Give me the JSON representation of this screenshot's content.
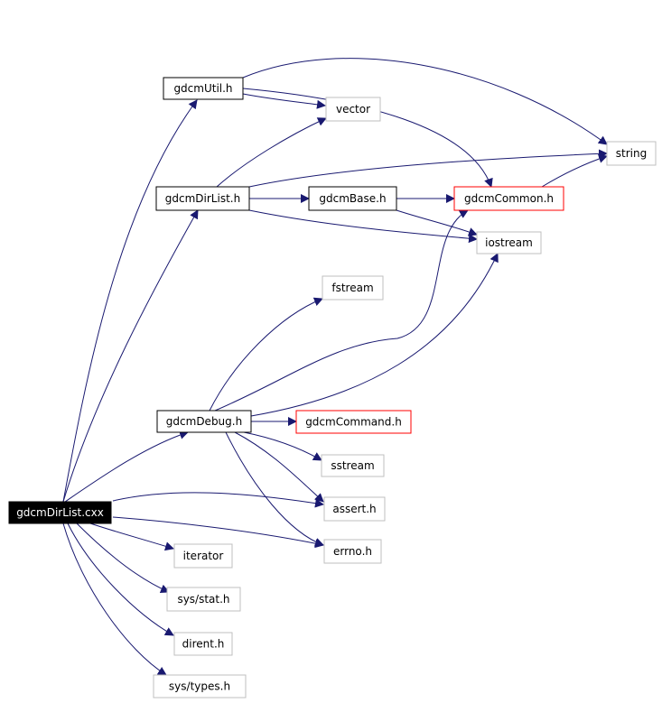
{
  "diagram": {
    "title": "",
    "colors": {
      "edge": "#191970",
      "box_stroke_default": "#000000",
      "box_stroke_external": "#bfbfbf",
      "box_stroke_undocumented": "#ff0000",
      "root_fill": "#000000",
      "root_text": "#ffffff",
      "text": "#000000"
    },
    "nodes": [
      {
        "id": "root",
        "label": "gdcmDirList.cxx",
        "kind": "root"
      },
      {
        "id": "util",
        "label": "gdcmUtil.h",
        "kind": "default"
      },
      {
        "id": "vector",
        "label": "vector",
        "kind": "external"
      },
      {
        "id": "string",
        "label": "string",
        "kind": "external"
      },
      {
        "id": "dirlisth",
        "label": "gdcmDirList.h",
        "kind": "default"
      },
      {
        "id": "base",
        "label": "gdcmBase.h",
        "kind": "default"
      },
      {
        "id": "common",
        "label": "gdcmCommon.h",
        "kind": "undocumented"
      },
      {
        "id": "iostream",
        "label": "iostream",
        "kind": "external"
      },
      {
        "id": "fstream",
        "label": "fstream",
        "kind": "external"
      },
      {
        "id": "debug",
        "label": "gdcmDebug.h",
        "kind": "default"
      },
      {
        "id": "command",
        "label": "gdcmCommand.h",
        "kind": "undocumented"
      },
      {
        "id": "sstream",
        "label": "sstream",
        "kind": "external"
      },
      {
        "id": "assert",
        "label": "assert.h",
        "kind": "external"
      },
      {
        "id": "errno",
        "label": "errno.h",
        "kind": "external"
      },
      {
        "id": "iterator",
        "label": "iterator",
        "kind": "external"
      },
      {
        "id": "stat",
        "label": "sys/stat.h",
        "kind": "external"
      },
      {
        "id": "dirent",
        "label": "dirent.h",
        "kind": "external"
      },
      {
        "id": "types",
        "label": "sys/types.h",
        "kind": "external"
      }
    ],
    "edges": [
      {
        "from": "root",
        "to": "util"
      },
      {
        "from": "root",
        "to": "dirlisth"
      },
      {
        "from": "root",
        "to": "debug"
      },
      {
        "from": "root",
        "to": "assert"
      },
      {
        "from": "root",
        "to": "errno"
      },
      {
        "from": "root",
        "to": "iterator"
      },
      {
        "from": "root",
        "to": "stat"
      },
      {
        "from": "root",
        "to": "dirent"
      },
      {
        "from": "root",
        "to": "types"
      },
      {
        "from": "util",
        "to": "vector"
      },
      {
        "from": "util",
        "to": "string"
      },
      {
        "from": "util",
        "to": "common"
      },
      {
        "from": "dirlisth",
        "to": "vector"
      },
      {
        "from": "dirlisth",
        "to": "string"
      },
      {
        "from": "dirlisth",
        "to": "base"
      },
      {
        "from": "dirlisth",
        "to": "iostream"
      },
      {
        "from": "base",
        "to": "common"
      },
      {
        "from": "base",
        "to": "iostream"
      },
      {
        "from": "common",
        "to": "string"
      },
      {
        "from": "debug",
        "to": "fstream"
      },
      {
        "from": "debug",
        "to": "common"
      },
      {
        "from": "debug",
        "to": "iostream"
      },
      {
        "from": "debug",
        "to": "command"
      },
      {
        "from": "debug",
        "to": "sstream"
      },
      {
        "from": "debug",
        "to": "assert"
      },
      {
        "from": "debug",
        "to": "errno"
      }
    ]
  }
}
